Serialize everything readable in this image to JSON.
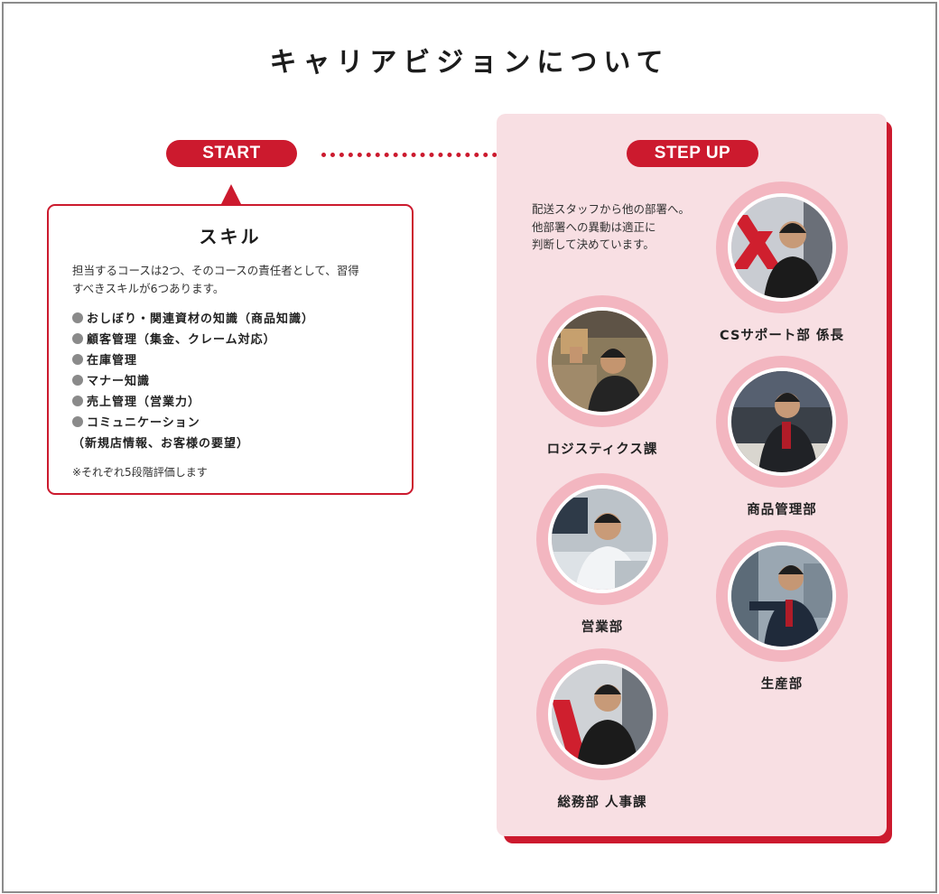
{
  "page": {
    "title": "キャリアビジョンについて"
  },
  "flow": {
    "start_label": "START",
    "stepup_label": "STEP UP"
  },
  "skill": {
    "title": "スキル",
    "desc_line1": "担当するコースは2つ、そのコースの責任者として、習得",
    "desc_line2": "すべきスキルが6つあります。",
    "items": [
      "おしぼり・関連資材の知識（商品知識）",
      "顧客管理（集金、クレーム対応）",
      "在庫管理",
      "マナー知識",
      "売上管理（営業力）",
      "コミュニケーション"
    ],
    "item_cont": "（新規店情報、お客様の要望）",
    "note": "※それぞれ5段階評価します"
  },
  "stepup": {
    "desc_line1": "配送スタッフから他の部署へ。",
    "desc_line2": "他部署への異動は適正に",
    "desc_line3": "判断して決めています。",
    "roles": [
      {
        "label": "CSサポート部 係長"
      },
      {
        "label": "ロジスティクス課"
      },
      {
        "label": "商品管理部"
      },
      {
        "label": "営業部"
      },
      {
        "label": "生産部"
      },
      {
        "label": "総務部 人事課"
      }
    ]
  },
  "colors": {
    "accent": "#cc1a2e",
    "panel_bg": "#f8dfe3",
    "ring": "#f3b6c0",
    "bullet": "#8a8a8a"
  },
  "icons": {
    "bullet": "gray-dot-icon",
    "arrow": "arrow-right-icon"
  }
}
